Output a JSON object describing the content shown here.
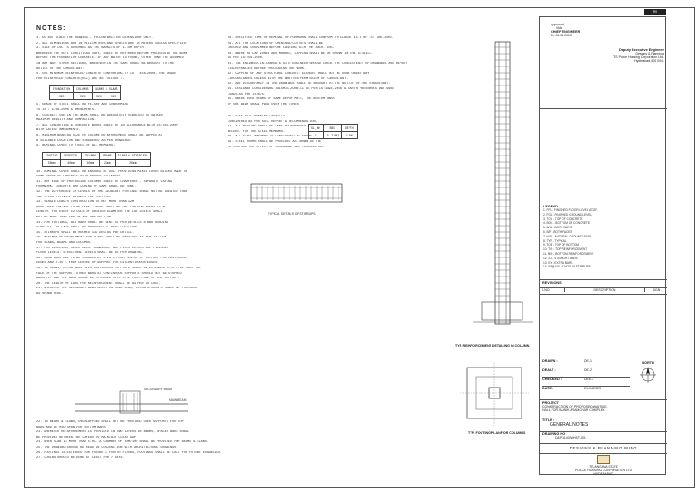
{
  "sheet": {
    "badge": "R0",
    "notes_heading": "NOTES:"
  },
  "notes_left": [
    "1.  DO NOT SCALE THE DRAWING - FOLLOW WRITTEN DIMENSIONS ONLY.",
    "2.  ALL DIMENSIONS ARE IN MILLIMETERS AND LEVELS ARE IN METERS UNLESS SPECIFIED.",
    "3.  SIZE OF COL IS GOVERNED AS THE BAUNITS OF 1-1SM DEPTH",
    "    WHEREVER THE SOIL CONDITIONS VARY, SHALL BE REFERRED BEFORE PROCEEDING THE WORK",
    "    BEFORE THE FOUNDATION CONCRETE. IF ANY WATER IS FOUND, OTHER THAN THE ASSUMED",
    "    IN ANY WAY, OTHER SECTIONS, WHEREVER IN THE SAME SHALL BE BROUGHT TO THE",
    "    NOTICE OF THE CONSULTANT.",
    "4.  USE MINIMUM REINFORCED CONCRETE CONFORMING TO IS : 456-2000, THE GRADE",
    "    FOR REINFORCED CONCRETE(RCC) ARE AS FOLLOWS :-"
  ],
  "grade_table": {
    "headers": [
      "FOUNDATION",
      "COLUMNS",
      "BEAMS & SLABS"
    ],
    "values": [
      "M20",
      "M20",
      "M20",
      "M20"
    ]
  },
  "notes_left_2": [
    "5.  GRADE OF STEEL SHALL BE FE-500 AND CONFORMING",
    "    TO IS : 1786-2008  & AMENDMENTS.",
    "6.  CONCRETE USE IN THE WORK SHALL BE ADEQUATELY VIBRATED TO OBTAIN",
    "    MAXIMUM DENSITY AND COMPACTION.",
    "7.  ALL CONCRETING & CONCRETE WORKS SHALL BE IN ACCORDANCE WITH IS:456-2000",
    "    WITH LATEST AMENDMENTS.",
    "8.  MINIMUM BEARING SIZE OF COLUMN REINFORCEMENT SHALL BE LAPPED AT",
    "    A SUITABLE LOCATION AND STAGGERED AS PER DRAWINGS.",
    "9.  NOMINAL COVER TO STEEL OF ALL MEMBERS:"
  ],
  "cover_table": {
    "headers": [
      "FOOTING",
      "PEDESTAL",
      "COLUMNS",
      "BEAMS",
      "SLABS & STAIRCASE"
    ],
    "values": [
      "50mm",
      "40mm",
      "40mm",
      "25mm",
      "20mm"
    ]
  },
  "notes_left_3": [
    "10. NOMINAL COVER SHALL BE ENSURED BY DULY PROVIDING MIXED COVER BLOCKS MADE OF",
    "    SAME GRADE OF CONCRETE WITH PROPER THICKNESS.",
    "11. ANY EDGE OF PROTRUDING COLUMNS SHALL BE CHAMFERED - SEPARATE LAYING",
    "    FORMWORK, CONCRETE AND CURING OF SAME SHALL BE DONE.",
    "12. THE DIFFERENCE IN LEVELS OF THE ADJACENT FOOTINGS SHALL NOT BE GREATER THAN",
    "    THE CLEAR DISTANCE BETWEEN THE FOOTINGS.",
    "13. SINGLE LENGTH CONSTRUCTION IS NOT MORE THAN 12M",
    "    BARS OVER 12M ARE TO BE DONE. THERE SHALL BE ONE LAP FOR EVERY 12 M",
    "    LENGTH. FOR EVERY 12 COLS OF GREATER DIAMETER THE LAP JOINTS SHALL",
    "    NOT BE MORE THAN 50% IN ANY ONE SECTION.",
    "14. FOR FOOTINGS, ALL BARS SHALL BE BENT AS PER DETAILS & BAR BENDING",
    "    SCHEDULE. NO LAPS SHALL BE PROVIDED AT BEND LOCATIONS.",
    "15. STIRRUPS SHALL BE HOOKED 135 DEG AS PER DETAIL.",
    "16. MINIMUM REINFORCEMENT FOR SLABS SHALL BE PROVIDED AS PER IS CODE",
    "    FOR SLABS, BEAMS AND COLUMNS.",
    "17. FOR LEVELING, REFER ARCH. DRAWINGS. ALL FLOOR LEVELS ARE FINISHED",
    "    FLOOR LEVELS. STRUCTURAL LEVELS SHALL BE AS PER DRAWING.",
    "18. SLAB BARS ARE TO BE CRANKED AT 0.25 L FROM CENTRE OF SUPPORT FOR CONTINUOUS",
    "    EDGES AND 0.15 L FROM CENTRE OF SUPPORT FOR DISCONTINUOUS EDGES.",
    "19. IN SLABS, EXTRA BARS OVER CONTINUOUS SUPPORTS SHALL BE EXTENDED UPTO 0.3L FROM THE",
    "    FACE OF THE SUPPORT. OTHER BARS AT CONTINUOUS SUPPORTS SHOULD NOT BE STOPPED",
    "    ABRUPTLY AND THE SAME SHALL BE EXTENDED UPTO 0.1L FROM FACE OF THE SUPPORT.",
    "20. THE LENGTH OF LAPS FOR REINFORCEMENT SHALL BE AS PER IS CODE.",
    "21. WHEREVER THE SECONDARY BEAM RESTS ON MAIN BEAM, EXTRA STIRRUPS SHALL BE PROVIDED",
    "    AS SHOWN HERE."
  ],
  "notes_left_4": [
    "22. IN BEAMS & SLABS, OVERLAPPING SHALL NOT BE PROVIDED OVER SUPPORTS FOR TOP",
    "    BARS AND AT MID SPAN FOR BOTTOM BARS.",
    "23. WHEREVER REINFORCEMENT IS PROVIDED IN TWO LAYERS IN BEAMS, SPACER BARS SHALL",
    "    BE PROVIDED BETWEEN THE LAYERS TO MAINTAIN CLEAR GAP.",
    "24. WHEN SLAB IS MORE THAN 5.0L, A CHAMBER OF 5MM/100 SHALL BE PROVIDED FOR BEAMS & SLABS.",
    "25. THE DRAWING SHOULD BE READ IN CONJUNCTION WITH ARCHITECTURAL DRAWINGS.",
    "26. FOOTINGS IS EXTENDED FOR FUTURE & FOURTH FLOORS, FOOTINGS SHALL BE CAST FOR FUTURE EXPANSION.",
    "27. CURING SHOULD BE DONE AT LEAST FOR 7 DAYS."
  ],
  "notes_right": [
    "28. SPECIFIED TIME OF REMOVAL OF FORMWORK SHALL CONFORM TO CLAUSE 11.3 OF IS: 456-2000.",
    "29. ALL THE LOCATIONS OF OPENINGS/CUTOUTS SHALL BE",
    "    CHECKED AND CONFIRMED BEFORE CASTING WITH THE ARCH. DRG.",
    "30. WHERE NO LAP ZONES ARE MARKED, LAPPING SHALL BE AS SHOWN IN THE DETAILS.",
    "    AS PER IS:456-2000.",
    "31. THE ENGINEER-IN-CHARGE & SITE ENGINEER SHOULD CHECK THE CONSISTENCY OF DRAWINGS AND REPORT",
    "    DISCREPANCIES BEFORE PROCEEDING THE WORK.",
    "32. CAPPING OF ANY STRUCTURAL CONCRETE ELEMENT SHALL NOT BE DONE UNDER ANY",
    "    CIRCUMSTANCES UNLESS WITH THE WRITTEN PERMISSION OF CONSULTANT.",
    "33. ANY DISCREPANCY IN THE DRAWINGS SHALL BE BROUGHT TO THE NOTICE OF THE CONSULTANT.",
    "34. DESIGNED CONSIDERING SEISMIC ZONE-II AS PER IS:1893-2016 & EARTH PRESSURES AND WIND",
    "    LOADS AS PER IS:875.",
    "35. WHERE EVER BEAMS OF SAME DEPTH MEET, THE BOTTOM BARS",
    "    OF ONE BEAM SHALL PASS OVER THE OTHER."
  ],
  "notes_right_2": [
    "36. SAFE SOIL BEARING CAPACITY",
    "    CONSIDERED AS PER SOIL REPORT & RECOMMENDATION.",
    "37. ALL WELDING SHALL BE DONE BY APPROVED",
    "    WELDER. FOR THE STEEL MEMBERS.",
    "38. ALL STEEL MASONRY IS CONSIDERED AS SHOWN.",
    "39. STEEL FORMS SHALL BE PROVIDED AS SHOWN IN THE",
    "    TO CONTROL THE EFFECT OF SHRINKAGE AND TEMPERATURE."
  ],
  "sbc_table": {
    "rows": [
      [
        "SL_NO",
        "SBC",
        "DEPTH"
      ],
      [
        "1",
        "15 T/M2",
        "1.5M"
      ]
    ]
  },
  "detail_labels": {
    "typical_section": "TYPICAL DETAILS OF STIRRUPS",
    "column_detail": "TYP. REINFORCEMENT DETAILING IN COLUMN",
    "footing_plan": "TYP. FOOTING PLAN FOR COLUMNS",
    "secondary_beam": "SECONDARY BEAM",
    "main_beam": "MAIN BEAM"
  },
  "title_block": {
    "approval_label": "Approved",
    "approval_sub": "Vide",
    "chief_engineer": "CHIEF ENGINEER",
    "ce_date": "Dt: 05.05.2023",
    "deputy_title": "Deputy Executive Engineer",
    "deputy_sub": "Designs & Planning",
    "org_line": "TS Police Housing Corporation Ltd.",
    "city_line": "Hyderabad-500 004.",
    "legend_heading": "LEGEND",
    "legend_items": [
      "1. FFL - FINISHED FLOOR LEVEL AT GF",
      "2. FGL - FINISHED GROUND LEVEL",
      "3. TOC - TOP OF CONCRETE",
      "4. BOC - BOTTOM OF CONCRETE",
      "5. B/W - BOTH WAYS",
      "6. B/F - BOTH FACES",
      "7. NGL - NATURAL GROUND LEVEL",
      "8. TYP - TYPICAL",
      "9. TOB - TOP OF BOTTOM",
      "10. T/R - TOP REINFORCEMENT",
      "11. B/R - BOTTOM REINFORCEMENT",
      "12. ST - STRAIGHT BARS",
      "13. EX - EXTRA BARS",
      "14. Y8@100 - 3 NOS Y8 STIRRUPS"
    ],
    "revisions_label": "REVISIONS",
    "rev_headers": [
      "S.NO",
      "DESCRIPTION",
      "SIGN"
    ],
    "drawn_label": "DRAWN :",
    "drawn_value": "DE-1",
    "dealt_label": "DEALT :",
    "dealt_value": "DE-2",
    "checked_label": "CHECKED :",
    "checked_value": "DEE-2",
    "date_label": "DATE :",
    "date_value": "29-04-2023",
    "north_label": "NORTH",
    "project_label": "PROJECT",
    "project_line1": "CONSTRUCTION OF PROPOSED WAITING",
    "project_line2": "HALL FOR SAINIK ARAMGHAR COMPLEX",
    "title_label": "TITLE :",
    "title_value": "GENERAL NOTES",
    "drawing_no_label": "DRAWING NO",
    "drawing_no_value": "D&P/1140/WHST-001",
    "wing_label": "DESIGNS & PLANNING WING",
    "corp_line1": "TELANGANA STATE",
    "corp_line2": "POLICE HOUSING CORPORATION LTD",
    "corp_line3": "HYDERABAD"
  }
}
